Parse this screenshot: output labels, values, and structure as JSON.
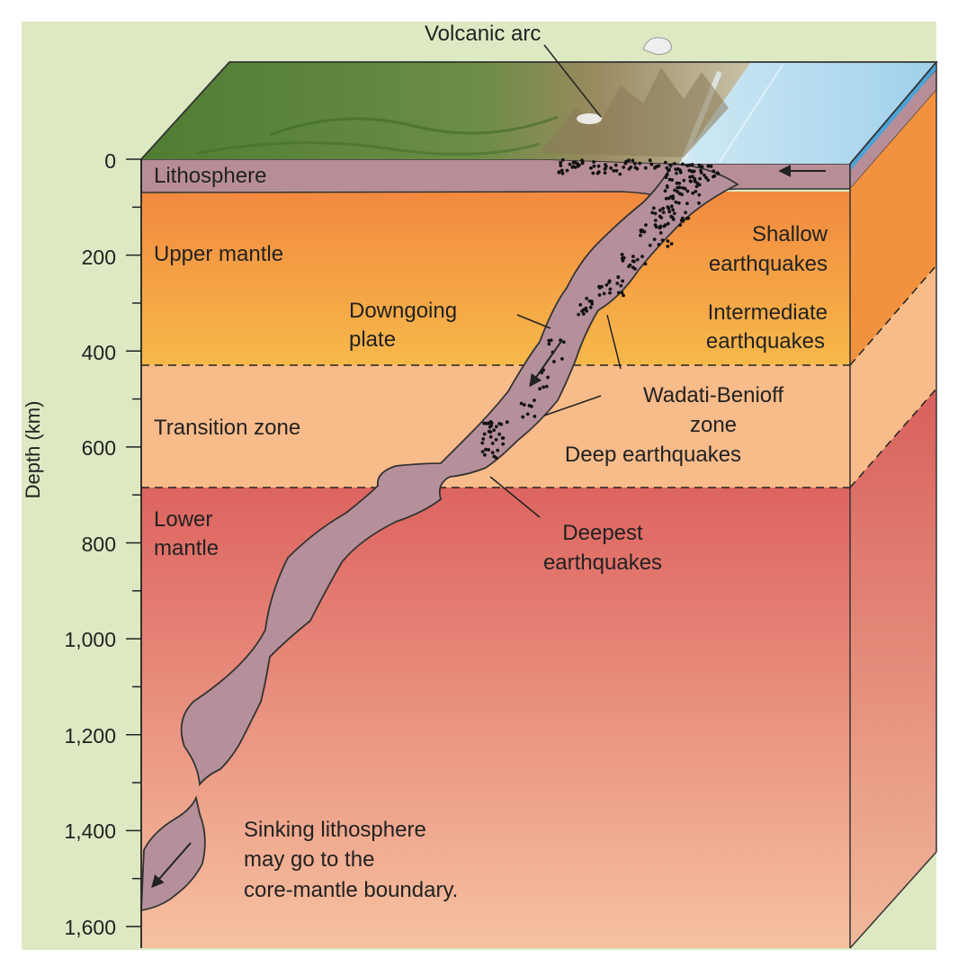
{
  "diagram": {
    "top_label": "Volcanic arc",
    "axis_title": "Depth (km)",
    "depth_ticks": [
      "0",
      "200",
      "400",
      "600",
      "800",
      "1,000",
      "1,200",
      "1,400",
      "1,600"
    ],
    "layers": {
      "lithosphere": "Lithosphere",
      "upper_mantle": "Upper mantle",
      "transition_zone": "Transition zone",
      "lower_mantle_1": "Lower",
      "lower_mantle_2": "mantle"
    },
    "annotations": {
      "downgoing_1": "Downgoing",
      "downgoing_2": "plate",
      "shallow_1": "Shallow",
      "shallow_2": "earthquakes",
      "intermediate_1": "Intermediate",
      "intermediate_2": "earthquakes",
      "wadati_1": "Wadati-Benioff",
      "wadati_2": "zone",
      "deep": "Deep earthquakes",
      "deepest_1": "Deepest",
      "deepest_2": "earthquakes",
      "sinking_1": "Sinking lithosphere",
      "sinking_2": "may go to the",
      "sinking_3": "core-mantle boundary."
    },
    "colors": {
      "background": "#dde9c2",
      "lithosphere": "#b78e97",
      "slab": "#b5909a",
      "upper_mantle_top": "#f2893f",
      "upper_mantle_bottom": "#f7b94a",
      "transition_zone": "#f8bb8a",
      "lower_mantle_top": "#dd6460",
      "lower_mantle_bottom": "#f6c1a0",
      "ocean": "#a9d6ee",
      "land": "#5f8a3a"
    }
  }
}
